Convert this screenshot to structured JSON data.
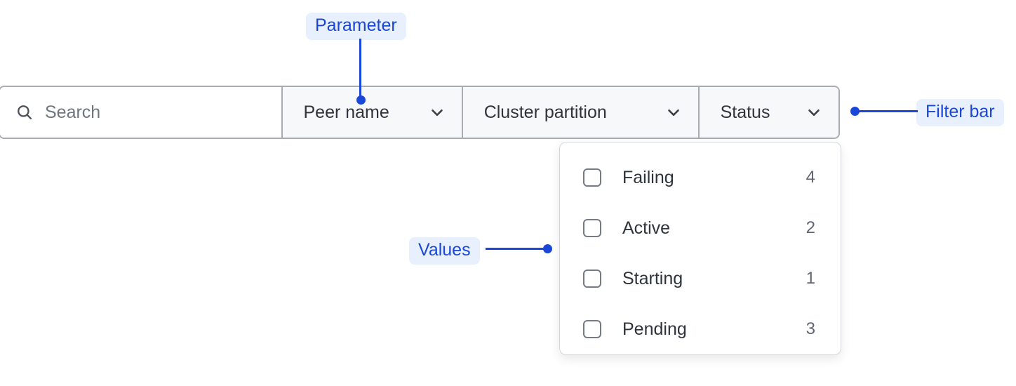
{
  "colors": {
    "annotation_accent": "#1a47d8",
    "annotation_pill_bg": "#e8f0fe",
    "bar_border": "#a9aab4",
    "dropdown_bg": "#f7f8f9",
    "text": "#2f333b",
    "muted_text": "#70757e"
  },
  "filter_bar": {
    "search": {
      "icon": "search-icon",
      "value": "",
      "placeholder": "Search"
    },
    "dropdowns": [
      {
        "label": "Peer name",
        "icon": "chevron-down-icon"
      },
      {
        "label": "Cluster partition",
        "icon": "chevron-down-icon"
      },
      {
        "label": "Status",
        "icon": "chevron-down-icon"
      }
    ]
  },
  "status_dropdown": {
    "open": true,
    "options": [
      {
        "label": "Failing",
        "count": "4",
        "checked": false
      },
      {
        "label": "Active",
        "count": "2",
        "checked": false
      },
      {
        "label": "Starting",
        "count": "1",
        "checked": false
      },
      {
        "label": "Pending",
        "count": "3",
        "checked": false
      }
    ]
  },
  "annotations": [
    {
      "label": "Parameter"
    },
    {
      "label": "Filter bar"
    },
    {
      "label": "Values"
    }
  ]
}
